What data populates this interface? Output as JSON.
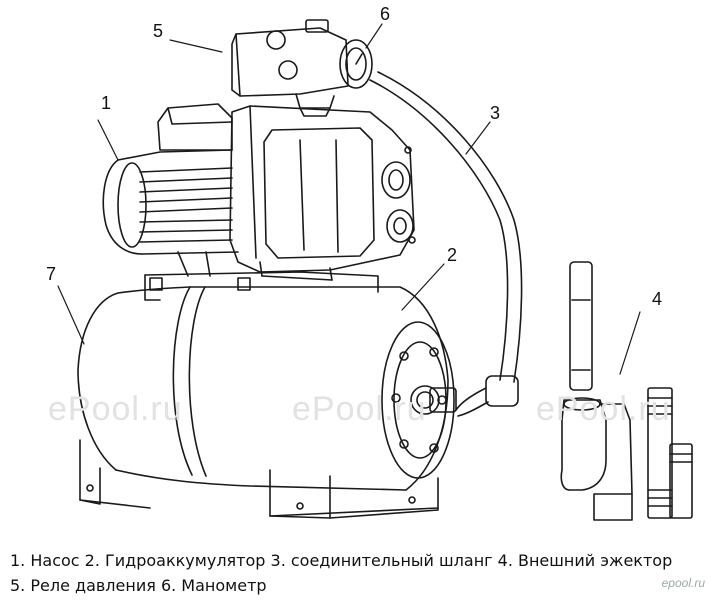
{
  "callouts": {
    "c1": "1",
    "c2": "2",
    "c3": "3",
    "c4": "4",
    "c5": "5",
    "c6": "6",
    "c7": "7"
  },
  "watermarks": [
    "ePool.ru",
    "ePool.ru",
    "ePool.ru"
  ],
  "legend": {
    "line1": "1. Насос 2. Гидроаккумулятор 3. соединительный шланг 4. Внешний эжектор",
    "line2": "5. Реле давления 6. Манометр"
  },
  "corner_logo": "epool.ru",
  "colors": {
    "ink": "#1a1a1a",
    "paper": "#ffffff",
    "watermark": "#e2e2e2"
  }
}
